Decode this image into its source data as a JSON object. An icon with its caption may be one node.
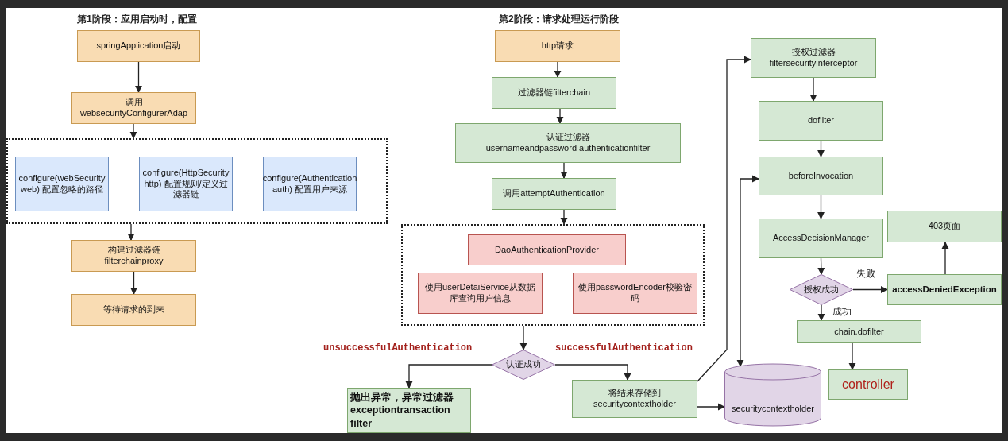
{
  "diagram": {
    "nodes": [
      {
        "text": [
          "springApplication启动"
        ]
      },
      {
        "text": [
          "调用",
          "websecurityConfigurerAdap"
        ]
      },
      {
        "text": [],
        "shape": "box"
      },
      {
        "text": [
          "configure(webSecurity web) 配置忽略的路径"
        ],
        "in": 2
      },
      {
        "text": [
          "configure(HttpSecurity http) 配置规则/定义过滤器链"
        ],
        "in": 2
      },
      {
        "text": [
          "configure(Authentication auth) 配置用户来源"
        ],
        "in": 2
      },
      {
        "text": [
          "构建过滤器链",
          "filterchainproxy"
        ]
      },
      {
        "text": [
          "等待请求的到来"
        ]
      },
      {
        "text": [
          "http请求"
        ]
      },
      {
        "text": [
          "过滤器链filterchain"
        ]
      },
      {
        "text": [
          "认证过滤器",
          "usernameandpassword authenticationfilter"
        ]
      },
      {
        "text": [
          "调用attemptAuthentication"
        ]
      },
      {
        "text": [],
        "shape": "box"
      },
      {
        "text": [
          "DaoAuthenticationProvider"
        ],
        "in": 12
      },
      {
        "text": [
          "使用userDetaiService从数据库查询用户信息"
        ],
        "in": 12
      },
      {
        "text": [
          "使用passwordEncoder校验密码"
        ],
        "in": 12
      },
      {
        "text": [
          "认证成功"
        ]
      },
      {
        "text": [
          "抛出异常，异常过滤器 exceptiontransaction filter"
        ]
      },
      {
        "text": [
          "将结果存储到",
          "securitycontextholder"
        ]
      },
      {
        "text": [
          "securitycontextholder"
        ]
      },
      {
        "text": [
          "授权过滤器",
          "filtersecurityinterceptor"
        ]
      },
      {
        "text": [
          "dofilter"
        ]
      },
      {
        "text": [
          "beforeInvocation"
        ]
      },
      {
        "text": [
          "AccessDecisionManager"
        ]
      },
      {
        "text": [
          "403页面"
        ]
      },
      {
        "text": [
          "授权成功"
        ]
      },
      {
        "text": [
          "accessDeniedException"
        ]
      },
      {
        "text": [
          "chain.dofilter"
        ]
      },
      {
        "text": [
          "controller"
        ]
      }
    ],
    "edges": [
      {
        "from": 0,
        "to": 1,
        "arrow": "to"
      },
      {
        "from": 1,
        "to": 2,
        "arrow": "to"
      },
      {
        "from": 2,
        "to": 6,
        "arrow": "to"
      },
      {
        "from": 6,
        "to": 7,
        "arrow": "to"
      },
      {
        "from": 8,
        "to": 9,
        "arrow": "to"
      },
      {
        "from": 9,
        "to": 10,
        "arrow": "to"
      },
      {
        "from": 10,
        "to": 11,
        "arrow": "to"
      },
      {
        "from": 11,
        "to": 12,
        "arrow": "to"
      },
      {
        "from": 12,
        "to": 16,
        "arrow": "to"
      },
      {
        "from": 16,
        "to": 17,
        "arrow": "to",
        "label": "unsuccessfulAuthentication"
      },
      {
        "from": 16,
        "to": 18,
        "arrow": "to",
        "label": "successfulAuthentication"
      },
      {
        "from": 18,
        "to": 20,
        "arrow": "to"
      },
      {
        "from": 18,
        "to": 19,
        "arrow": "to"
      },
      {
        "from": 19,
        "to": 22,
        "arrow": "both"
      },
      {
        "from": 20,
        "to": 21,
        "arrow": "to"
      },
      {
        "from": 21,
        "to": 22,
        "arrow": "to"
      },
      {
        "from": 22,
        "to": 23,
        "arrow": "to"
      },
      {
        "from": 23,
        "to": 25,
        "arrow": "to"
      },
      {
        "from": 25,
        "to": 26,
        "arrow": "to",
        "label": "失败"
      },
      {
        "from": 26,
        "to": 24,
        "arrow": "to"
      },
      {
        "from": 25,
        "to": 27,
        "arrow": "to",
        "label": "成功"
      },
      {
        "from": 27,
        "to": 28,
        "arrow": "to"
      }
    ],
    "labels": [
      "第1阶段：应用启动时，配置",
      "第2阶段：请求处理运行阶段"
    ]
  }
}
